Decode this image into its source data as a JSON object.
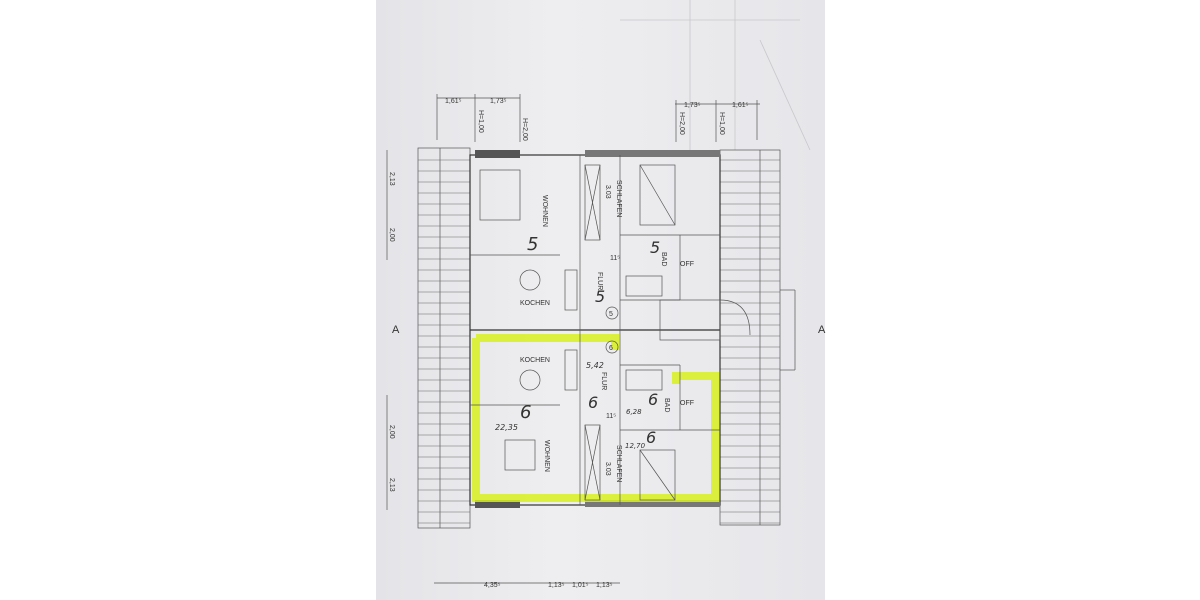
{
  "plan": {
    "top_dims": {
      "left": [
        "1,61⁵",
        "1,73⁵"
      ],
      "right": [
        "1,73⁵",
        "1,61⁵"
      ],
      "heights_left": [
        "H=1,00",
        "H=2,00"
      ],
      "heights_right": [
        "H=2,00",
        "H=1,00"
      ]
    },
    "side_dims": {
      "upper": [
        "2,13",
        "2,00"
      ],
      "lower": [
        "2,00",
        "2,13"
      ]
    },
    "section_marker": "A",
    "bottom_dims": [
      "4,35⁵",
      "1,13⁵",
      "1,01⁵",
      "1,13⁵"
    ],
    "unit_upper": {
      "number": "5",
      "rooms": {
        "living": "WOHNEN",
        "kitchen": "KOCHEN",
        "bedroom": "SCHLAFEN",
        "bedroom_width": "3.03",
        "bath": "BAD",
        "hall": "FLUR",
        "window_note": "OFF",
        "door_dim": "11⁵"
      },
      "handwritten": "5"
    },
    "unit_lower": {
      "number": "6",
      "rooms": {
        "living": "WOHNEN",
        "kitchen": "KOCHEN",
        "bedroom": "SCHLAFEN",
        "bedroom_width": "3.03",
        "bath": "BAD",
        "hall": "FLUR",
        "window_note": "OFF",
        "door_dim": "11⁵"
      },
      "handwritten": "6",
      "areas": {
        "living": "22,35",
        "hall": "5,42",
        "bath": "6,28",
        "bedroom": "12,70"
      },
      "highlight_color": "#d8f020"
    }
  }
}
